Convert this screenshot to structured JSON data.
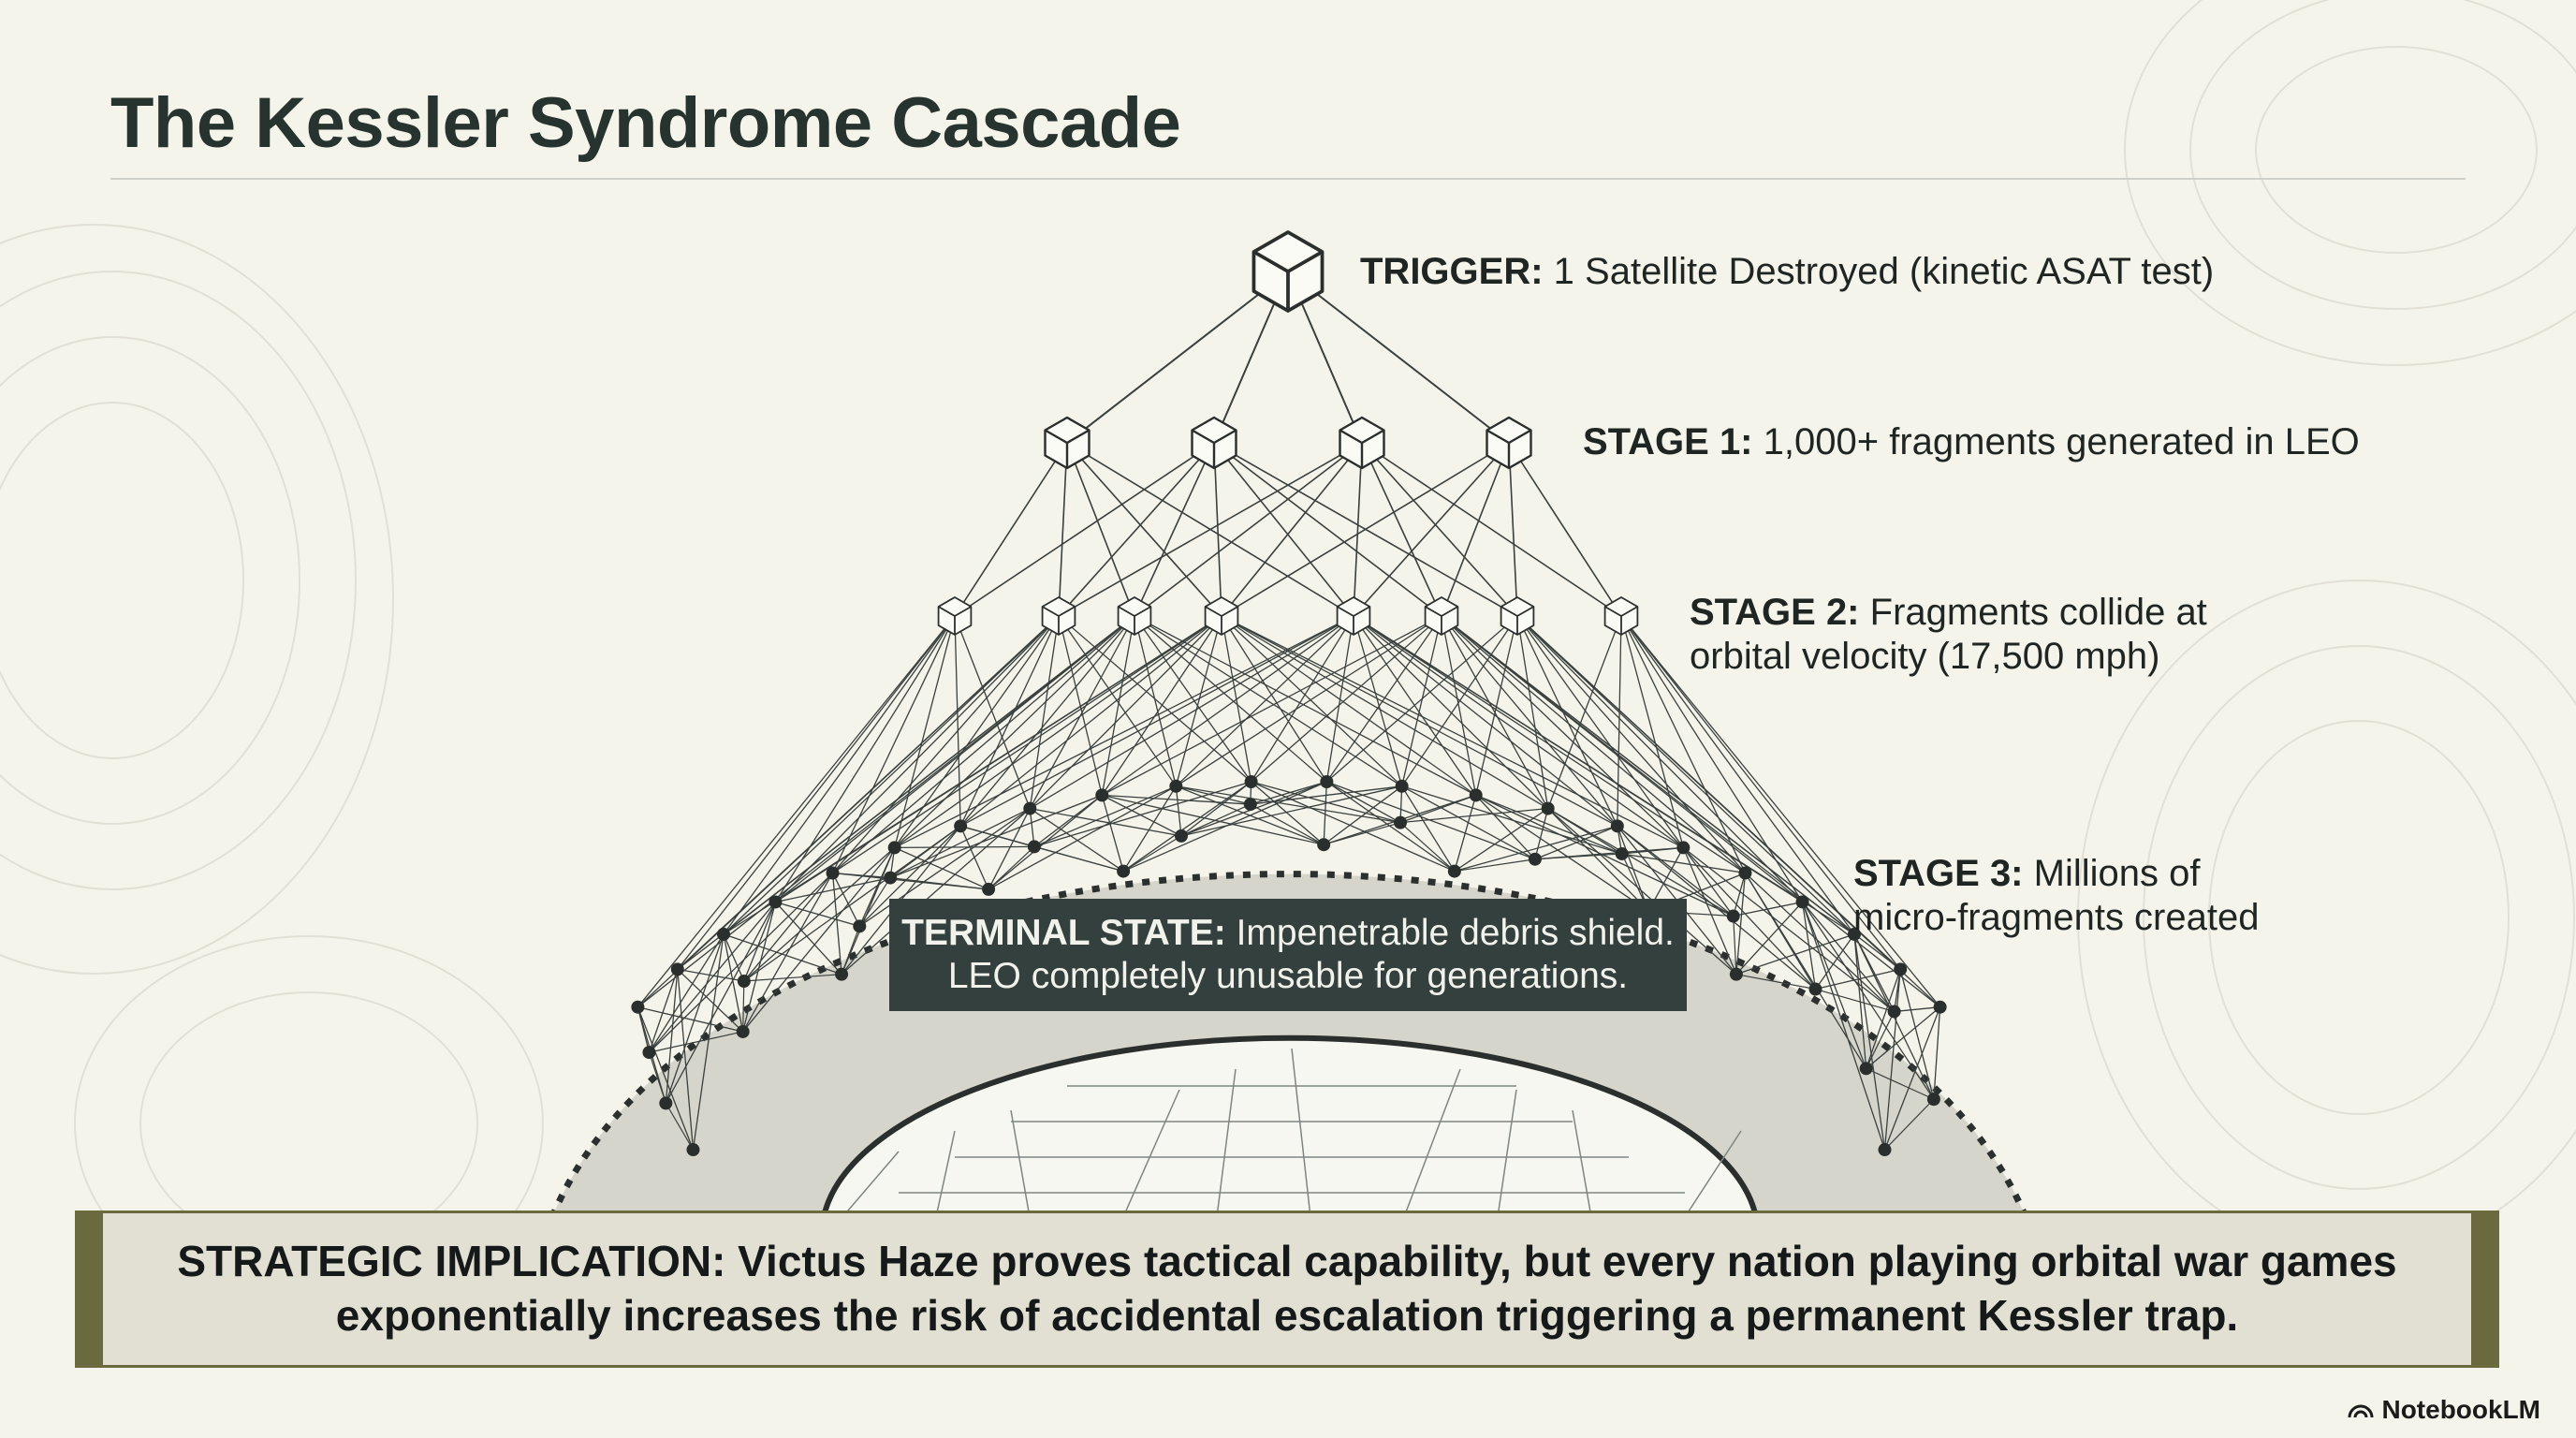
{
  "slide": {
    "title": "The Kessler Syndrome Cascade"
  },
  "stages": {
    "trigger": {
      "heading": "TRIGGER:",
      "text": "1 Satellite Destroyed (kinetic ASAT test)"
    },
    "stage1": {
      "heading": "STAGE 1:",
      "text": "1,000+ fragments generated in LEO"
    },
    "stage2": {
      "heading": "STAGE 2:",
      "line1": "Fragments collide at",
      "line2": "orbital velocity (17,500 mph)"
    },
    "stage3": {
      "heading": "STAGE 3:",
      "line1": "Millions of",
      "line2": "micro-fragments created"
    }
  },
  "terminal": {
    "heading": "TERMINAL STATE:",
    "line1": "Impenetrable debris shield.",
    "line2": "LEO completely unusable for generations."
  },
  "implication": {
    "line1": "STRATEGIC IMPLICATION: Victus Haze proves tactical capability, but every nation playing orbital war games",
    "line2": "exponentially increases the risk of accidental escalation triggering a permanent Kessler trap."
  },
  "brand": {
    "name": "NotebookLM"
  },
  "colors": {
    "background": "#f5f4ea",
    "line": "#2f3533",
    "terminal_box": "#33403d",
    "implication_border": "#6b6a3f",
    "implication_fill": "#e2e0d2"
  },
  "icons": [
    "cube-icon",
    "notebooklm-logo-icon"
  ]
}
